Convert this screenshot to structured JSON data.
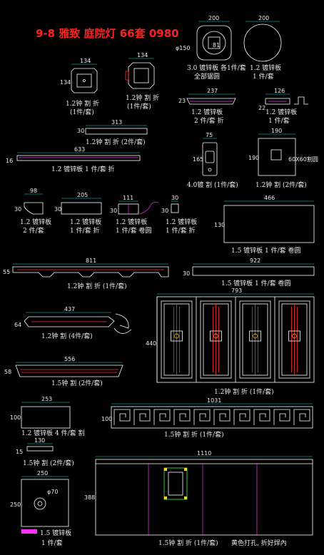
{
  "title": "9-8 雅致 庭院灯 66套 0980",
  "parts": {
    "p_cap_square": {
      "dim_w": "200",
      "dim_in": "81",
      "dim_phi": "φ150",
      "label1": "3.0 镀锌板 各1件/套",
      "label2": "全部锯圆"
    },
    "p_cap_round": {
      "dim_w": "200",
      "label1": "1.2 镀锌板",
      "label2": "1 件/套"
    },
    "p_sq134a": {
      "dim_w": "134",
      "dim_h": "134",
      "label1": "1.2钟 割 折",
      "label2": "(1件/套)"
    },
    "p_sq134b": {
      "dim_w": "134",
      "label1": "1.2钟 割 折",
      "label2": "(1件/套)"
    },
    "p_237": {
      "dim_w": "237",
      "dim_h": "23",
      "label1": "1.2 镀锌板",
      "label2": "2 件/套 折"
    },
    "p_126": {
      "dim_w": "126",
      "dim_h": "22",
      "label1": "1.2 镀锌板",
      "label2": "1 件/套"
    },
    "p_313": {
      "dim_w": "313",
      "dim_h": "30",
      "label1": "1.2钟 割 折 (2件/套)"
    },
    "p_633": {
      "dim_w": "633",
      "dim_h": "16",
      "label1": "1.2 镀锌板   1 件/套 折"
    },
    "p_75": {
      "dim_w": "75",
      "dim_h": "165",
      "label1": "4.0镀 割 (1件/套)"
    },
    "p_190": {
      "dim_w": "190",
      "dim_h": "190",
      "inner": "60X60割圆",
      "label1": "1.2钟 割 (2件/套)"
    },
    "p_98": {
      "dim_w": "98",
      "dim_h": "30",
      "label1": "1.2 镀锌板",
      "label2": "2 件/套"
    },
    "p_205": {
      "dim_w": "205",
      "dim_h": "30",
      "label1": "1.2 镀锌板",
      "label2": "1 件/套 折"
    },
    "p_111": {
      "dim_w": "111",
      "dim_h": "30",
      "label1": "1.2 镀锌板",
      "label2": "1 件/套 卷圆"
    },
    "p_30": {
      "dim_w": "30",
      "dim_h": "30",
      "label1": "1.2 镀锌板",
      "label2": "1 件/套 折"
    },
    "p_466": {
      "dim_w": "466",
      "dim_h": "130",
      "label1": "1.5 镀锌板     1 件/套 卷圆"
    },
    "p_811": {
      "dim_w": "811",
      "dim_h": "55",
      "label1": "1.2钟 割 折 (1件/套)"
    },
    "p_922": {
      "dim_w": "922",
      "dim_h": "30",
      "label1": "1.5 镀锌板     1 件/套 卷圆"
    },
    "p_437": {
      "dim_w": "437",
      "dim_h": "64",
      "label1": "1.2钟 割 (4件/套)"
    },
    "p_793": {
      "dim_w": "793",
      "dim_h": "440",
      "label1": "1.2钟 割 折 (1件/套)"
    },
    "p_556": {
      "dim_w": "556",
      "dim_h": "58",
      "label1": "1.5钟 割 (2件/套)"
    },
    "p_253": {
      "dim_w": "253",
      "dim_h": "100",
      "label1": "1.2 镀锌板     4 件/套 割"
    },
    "p_1031": {
      "dim_w": "1031",
      "dim_h": "100",
      "label1": "1.5钟 割 折 (1件/套)"
    },
    "p_130": {
      "dim_w": "130",
      "dim_h": "15",
      "label1": "1.5钟 割 (2件/套)"
    },
    "p_250": {
      "dim_w": "250",
      "dim_h": "250",
      "dim_phi": "φ70",
      "label1": "1.5 镀锌板",
      "label2": "1 件/套"
    },
    "p_1110": {
      "dim_w": "1110",
      "dim_h": "388",
      "label1": "1.5钟 割 折 (1件/套)",
      "label2": "黄色打孔, 折好焊內"
    }
  },
  "colors": {
    "title": "#ff2020",
    "outline": "#ffffff",
    "dimension": "#00e0e0",
    "pattern": "#ff3030",
    "bend": "#ff30ff",
    "window": "#30ff30"
  }
}
